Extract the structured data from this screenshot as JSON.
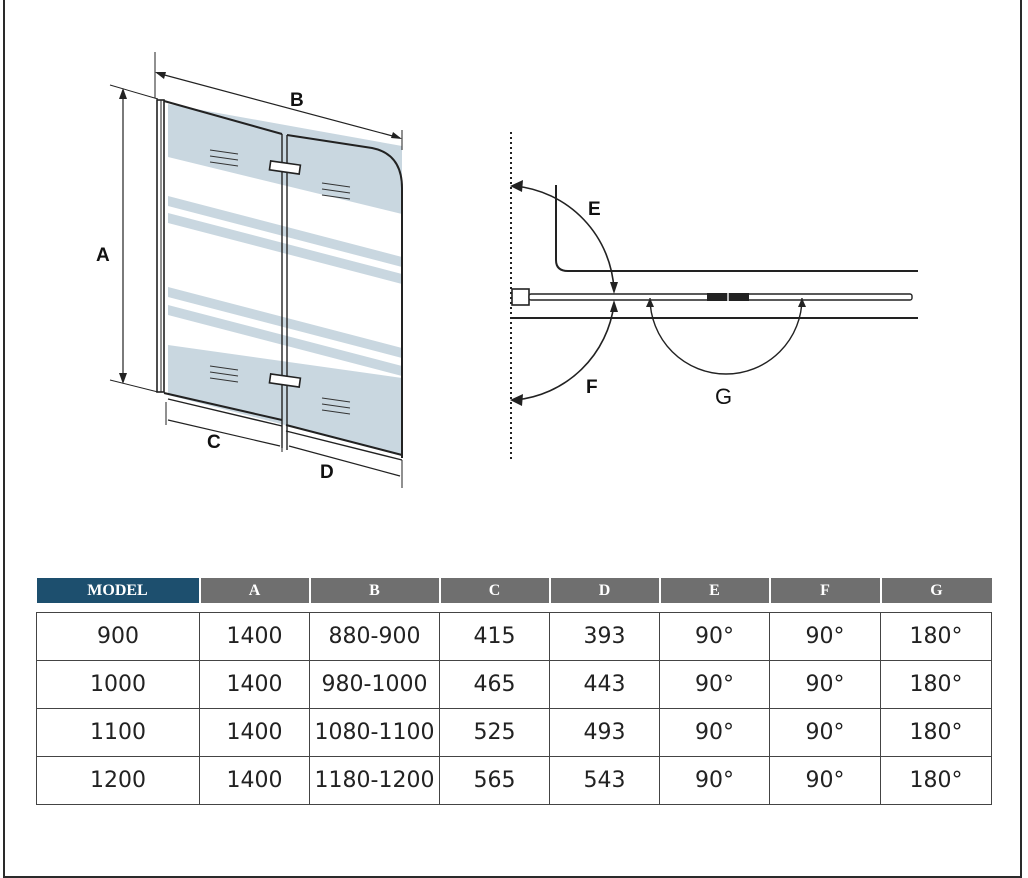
{
  "diagram": {
    "labels": {
      "A": "A",
      "B": "B",
      "C": "C",
      "D": "D",
      "E": "E",
      "F": "F",
      "G": "G"
    }
  },
  "table": {
    "headers": [
      "MODEL",
      "A",
      "B",
      "C",
      "D",
      "E",
      "F",
      "G"
    ],
    "rows": [
      [
        "900",
        "1400",
        "880-900",
        "415",
        "393",
        "90°",
        "90°",
        "180°"
      ],
      [
        "1000",
        "1400",
        "980-1000",
        "465",
        "443",
        "90°",
        "90°",
        "180°"
      ],
      [
        "1100",
        "1400",
        "1080-1100",
        "525",
        "493",
        "90°",
        "90°",
        "180°"
      ],
      [
        "1200",
        "1400",
        "1180-1200",
        "565",
        "543",
        "90°",
        "90°",
        "180°"
      ]
    ]
  },
  "colors": {
    "header_model": "#1d4f6e",
    "header_gray": "#6f6f6f",
    "glass_band": "#c9d7e0"
  }
}
